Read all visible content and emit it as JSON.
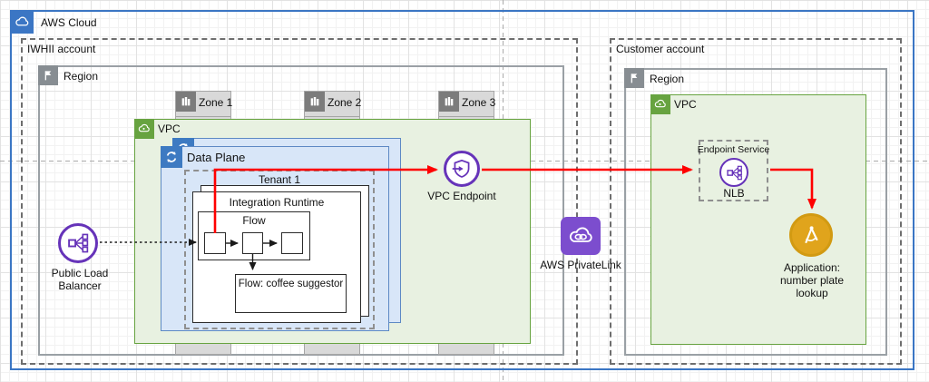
{
  "diagram": {
    "aws_cloud": {
      "label": "AWS Cloud"
    },
    "provider_account": {
      "label": "IWHII account",
      "region": {
        "label": "Region"
      },
      "zones": [
        {
          "label": "Zone 1"
        },
        {
          "label": "Zone 2"
        },
        {
          "label": "Zone 3"
        }
      ],
      "public_load_balancer": {
        "label": "Public Load Balancer"
      },
      "vpc": {
        "label": "VPC",
        "vpc_endpoint": {
          "label": "VPC Endpoint"
        },
        "data_plane": {
          "label": "Data Plane",
          "tenant": {
            "label": "Tenant 1",
            "integration_runtime": {
              "label": "Integration Runtime",
              "flow": {
                "label": "Flow"
              },
              "coffee_flow": {
                "label": "Flow: coffee suggestor"
              }
            }
          }
        }
      }
    },
    "privatelink": {
      "label": "AWS PrivateLink"
    },
    "customer_account": {
      "label": "Customer account",
      "region": {
        "label": "Region"
      },
      "vpc": {
        "label": "VPC",
        "endpoint_service": {
          "label": "Endpoint Service",
          "nlb": {
            "label": "NLB"
          }
        },
        "application": {
          "label": "Application: number plate lookup"
        }
      }
    }
  },
  "icons": {
    "aws_cloud": "cloud-icon",
    "region": "flag-icon",
    "zone": "buildings-icon",
    "vpc": "vpc-cloud-icon",
    "data_plane": "sync-arrows-icon",
    "public_load_balancer": "load-balancer-icon",
    "vpc_endpoint": "endpoint-shield-icon",
    "privatelink": "cloud-link-icon",
    "nlb": "load-balancer-icon",
    "application": "compass-icon"
  },
  "colors": {
    "cloud_border": "#3b76c4",
    "vpc_green": "#67a340",
    "vpc_fill": "#e8f1e1",
    "data_plane_blue": "#5d89c4",
    "data_plane_fill": "#d8e6f8",
    "zone_grey": "#d9d9d9",
    "purple": "#6633b9",
    "privatelink_purple": "#7c4dce",
    "application_gold": "#e0a41c",
    "arrow_red": "#ff0000"
  }
}
